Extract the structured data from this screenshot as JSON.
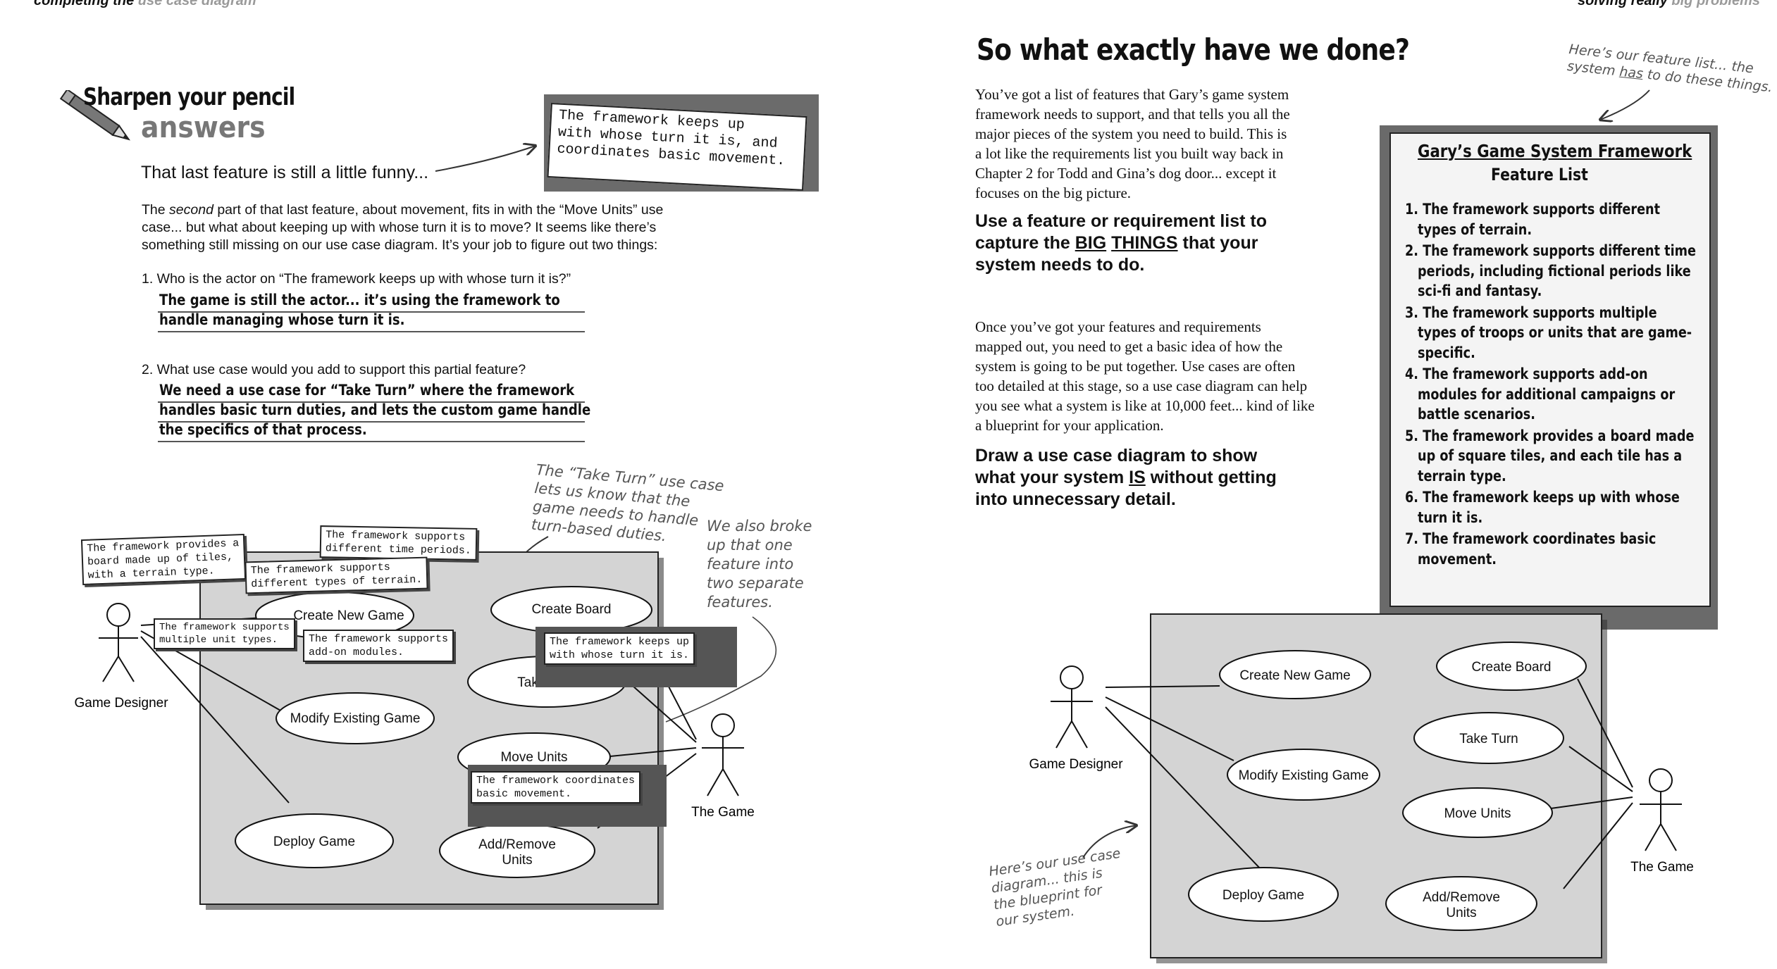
{
  "left_page": {
    "running_head": {
      "main": "completing the ",
      "accent": "use case diagram"
    },
    "sharpen": {
      "title": "Sharpen your pencil",
      "subtitle": "answers"
    },
    "intro_line": "That last feature is still a little funny...",
    "feature_callout": "The framework keeps up\nwith whose turn it is, and\ncoordinates basic movement.",
    "body_lines": {
      "l1_pre": "The ",
      "l1_em": "second",
      "l1_post": " part of that last feature, about movement, fits in with the “Move Units” use",
      "l2": "case... but what about keeping up with whose turn it is to move? It seems like there’s",
      "l3": "something still missing on our use case diagram. It’s your job to figure out two things:"
    },
    "q1": "1. Who is the actor on “The framework keeps up with whose turn it is?”",
    "a1": [
      "The game is still the actor... it’s using the framework to",
      "handle managing whose turn it is."
    ],
    "q2": "2. What use case would you add to support this partial feature?",
    "a2": [
      "We need a use case for “Take Turn” where the framework",
      "handles basic turn duties, and lets the custom game handle",
      "the specifics of that process."
    ],
    "note_take_turn": [
      "The “Take Turn” use case",
      "lets us know that the",
      "game needs to handle",
      "turn-based duties."
    ],
    "note_broke": [
      "We also broke",
      "up that one",
      "feature into",
      "two separate",
      "features."
    ],
    "diagram": {
      "use_cases": {
        "create_new_game": "Create New Game",
        "create_board": "Create Board",
        "take_turn": "Take Turn",
        "modify_existing_game": "Modify Existing Game",
        "move_units": "Move Units",
        "deploy_game": "Deploy Game",
        "add_remove_units_1": "Add/Remove",
        "add_remove_units_2": "Units"
      },
      "actors": {
        "designer": "Game Designer",
        "game": "The Game"
      },
      "cards": {
        "board": "The framework provides a\nboard made up of tiles,\nwith a terrain type.",
        "time": "The framework supports\ndifferent time periods.",
        "terrain": "The framework supports\ndifferent types of terrain.",
        "units": "The framework supports\nmultiple unit types.",
        "addons": "The framework supports\nadd-on modules.",
        "turn": "The framework keeps up\nwith whose turn it is.",
        "movement": "The framework coordinates\nbasic movement."
      }
    }
  },
  "right_page": {
    "running_head": {
      "main": "solving really ",
      "accent": "big problems"
    },
    "title": "So what exactly have we done?",
    "para1": [
      "You’ve got a list of features that Gary’s game system",
      "framework needs to support, and that tells you all the",
      "major pieces of the system you need to build. This is",
      "a lot like the requirements list you built way back in",
      "Chapter 2 for Todd and Gina’s dog door... except it",
      "focuses on the big picture."
    ],
    "bold1": {
      "l1": "Use a feature or requirement list to",
      "l2_pre": "capture the ",
      "big": "BIG",
      "things": "THINGS",
      "l2_post": " that your",
      "l3": "system needs to do."
    },
    "para2": [
      "Once you’ve got your features and requirements",
      "mapped out, you need to get a basic idea of how the",
      "system is going to be put together. Use cases are often",
      "too detailed at this stage, so a use case diagram can help",
      "you see what a system is like at 10,000 feet... kind of like",
      "a blueprint for your application."
    ],
    "bold2": {
      "l1": "Draw a use case diagram to show",
      "l2_pre": "what your system ",
      "is": "IS",
      "l2_post": " without getting",
      "l3": "into unnecessary detail."
    },
    "note_features": {
      "l1": "Here’s our feature list... the",
      "l2_pre": "system ",
      "has": "has",
      "l2_post": " to do these things."
    },
    "feature_list": {
      "title": "Gary’s Game System Framework",
      "subtitle": "Feature List",
      "items": [
        [
          "1. The framework supports different",
          "types of terrain."
        ],
        [
          "2. The framework supports different time",
          "periods, including fictional periods like",
          "sci-fi and fantasy."
        ],
        [
          "3. The framework supports multiple",
          "types of troops or units that are game-",
          "specific."
        ],
        [
          "4. The framework supports add-on",
          "modules for additional campaigns or",
          "battle scenarios."
        ],
        [
          "5. The framework provides a board made",
          "up of square tiles, and each tile has a",
          "terrain type."
        ],
        [
          "6. The framework keeps up with whose",
          "turn it is."
        ],
        [
          "7. The framework coordinates basic",
          "movement."
        ]
      ]
    },
    "note_diagram": [
      "Here’s our use case",
      "diagram... this is",
      "the blueprint for",
      "our system."
    ],
    "diagram": {
      "use_cases": {
        "create_new_game": "Create New Game",
        "create_board": "Create Board",
        "take_turn": "Take Turn",
        "modify_existing_game": "Modify Existing Game",
        "move_units": "Move Units",
        "deploy_game": "Deploy Game",
        "add_remove_units_1": "Add/Remove",
        "add_remove_units_2": "Units"
      },
      "actors": {
        "designer": "Game Designer",
        "game": "The Game"
      }
    }
  },
  "colors": {
    "diagram_fill": "#d4d4d4",
    "feature_frame": "#6a6a6a",
    "note_gray": "#555555"
  }
}
